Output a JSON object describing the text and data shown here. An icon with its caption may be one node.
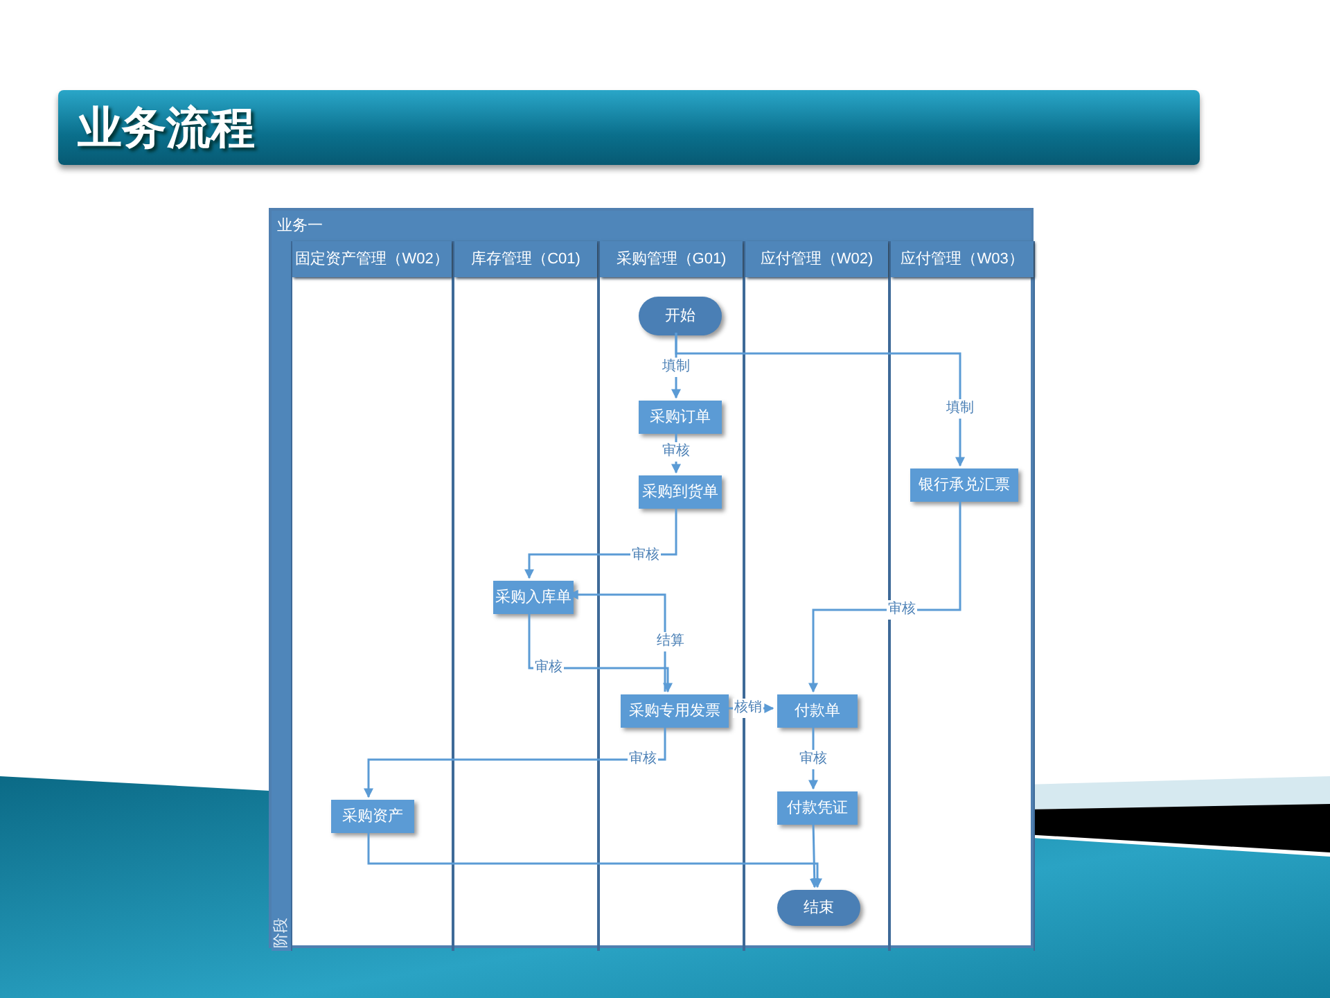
{
  "diagram": {
    "title": "业务流程",
    "nodes": [
      {
        "text": [
          "业务一"
        ]
      },
      {
        "text": [
          "阶段"
        ],
        "in": 0
      },
      {
        "text": [
          "固定资产管理（W02）"
        ],
        "in": 0
      },
      {
        "text": [
          "库存管理（C01)"
        ],
        "in": 0
      },
      {
        "text": [
          "采购管理（G01)"
        ],
        "in": 0
      },
      {
        "text": [
          "应付管理（W02)"
        ],
        "in": 0
      },
      {
        "text": [
          "应付管理（W03）"
        ],
        "in": 0
      },
      {
        "text": [
          "开始"
        ],
        "in": 4
      },
      {
        "text": [
          "采购订单"
        ],
        "in": 4
      },
      {
        "text": [
          "采购到货单"
        ],
        "in": 4
      },
      {
        "text": [
          "银行承兑汇票"
        ],
        "in": 6
      },
      {
        "text": [
          "采购入库单"
        ],
        "in": 3
      },
      {
        "text": [
          "采购专用发票"
        ],
        "in": 4
      },
      {
        "text": [
          "付款单"
        ],
        "in": 5
      },
      {
        "text": [
          "采购资产"
        ],
        "in": 2
      },
      {
        "text": [
          "付款凭证"
        ],
        "in": 5
      },
      {
        "text": [
          "结束"
        ],
        "in": 5
      }
    ],
    "edges": [
      {
        "from": 7,
        "to": 8,
        "arrow": "to",
        "label": "填制"
      },
      {
        "from": 7,
        "to": 10,
        "arrow": "to",
        "label": "填制"
      },
      {
        "from": 8,
        "to": 9,
        "arrow": "to",
        "label": "审核"
      },
      {
        "from": 9,
        "to": 11,
        "arrow": "to",
        "label": "审核"
      },
      {
        "from": 12,
        "to": 11,
        "arrow": "to",
        "label": "结算"
      },
      {
        "from": 11,
        "to": 12,
        "arrow": "to",
        "label": "审核"
      },
      {
        "from": 10,
        "to": 13,
        "arrow": "to",
        "label": "审核"
      },
      {
        "from": 12,
        "to": 13,
        "arrow": "to",
        "label": "核销"
      },
      {
        "from": 12,
        "to": 14,
        "arrow": "to",
        "label": "审核"
      },
      {
        "from": 13,
        "to": 15,
        "arrow": "to",
        "label": "审核"
      },
      {
        "from": 15,
        "to": 16,
        "arrow": "to"
      },
      {
        "from": 14,
        "to": 16,
        "arrow": "to"
      }
    ]
  }
}
